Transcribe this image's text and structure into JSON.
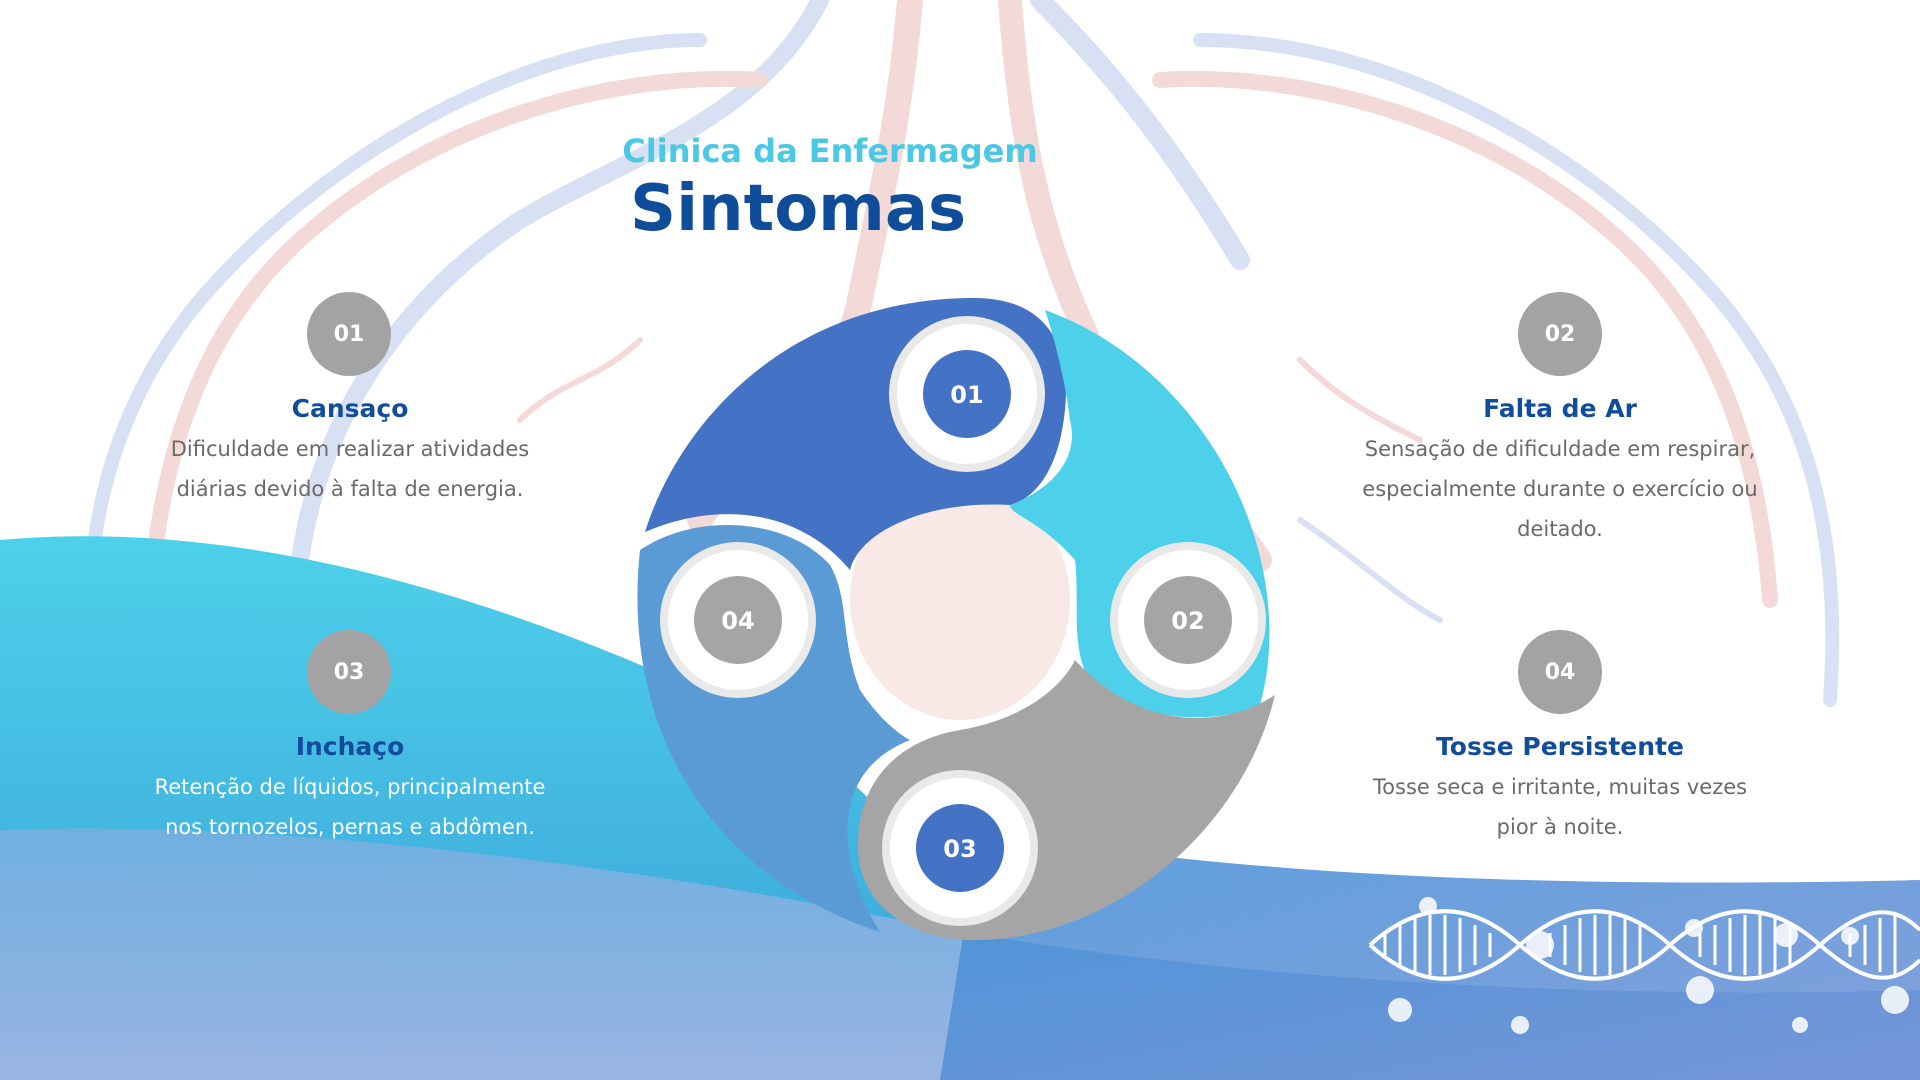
{
  "header": {
    "subtitle": "Clinica da Enfermagem",
    "title": "Sintomas"
  },
  "colors": {
    "dark_blue": "#4472c4",
    "cyan": "#4dd1ea",
    "gray": "#a5a5a5",
    "mid_blue": "#5b9bd5",
    "title_blue": "#0f4d9a"
  },
  "cycle": {
    "segments": [
      {
        "number": "01"
      },
      {
        "number": "02"
      },
      {
        "number": "03"
      },
      {
        "number": "04"
      }
    ]
  },
  "items": [
    {
      "number": "01",
      "title": "Cansaço",
      "description": "Dificuldade em realizar atividades diárias devido à falta de energia."
    },
    {
      "number": "02",
      "title": "Falta de Ar",
      "description": "Sensação de dificuldade em respirar, especialmente durante o exercício ou deitado."
    },
    {
      "number": "03",
      "title": "Inchaço",
      "description": "Retenção de líquidos, principalmente nos tornozelos, pernas e abdômen."
    },
    {
      "number": "04",
      "title": "Tosse Persistente",
      "description": "Tosse seca e irritante, muitas vezes pior à noite."
    }
  ]
}
